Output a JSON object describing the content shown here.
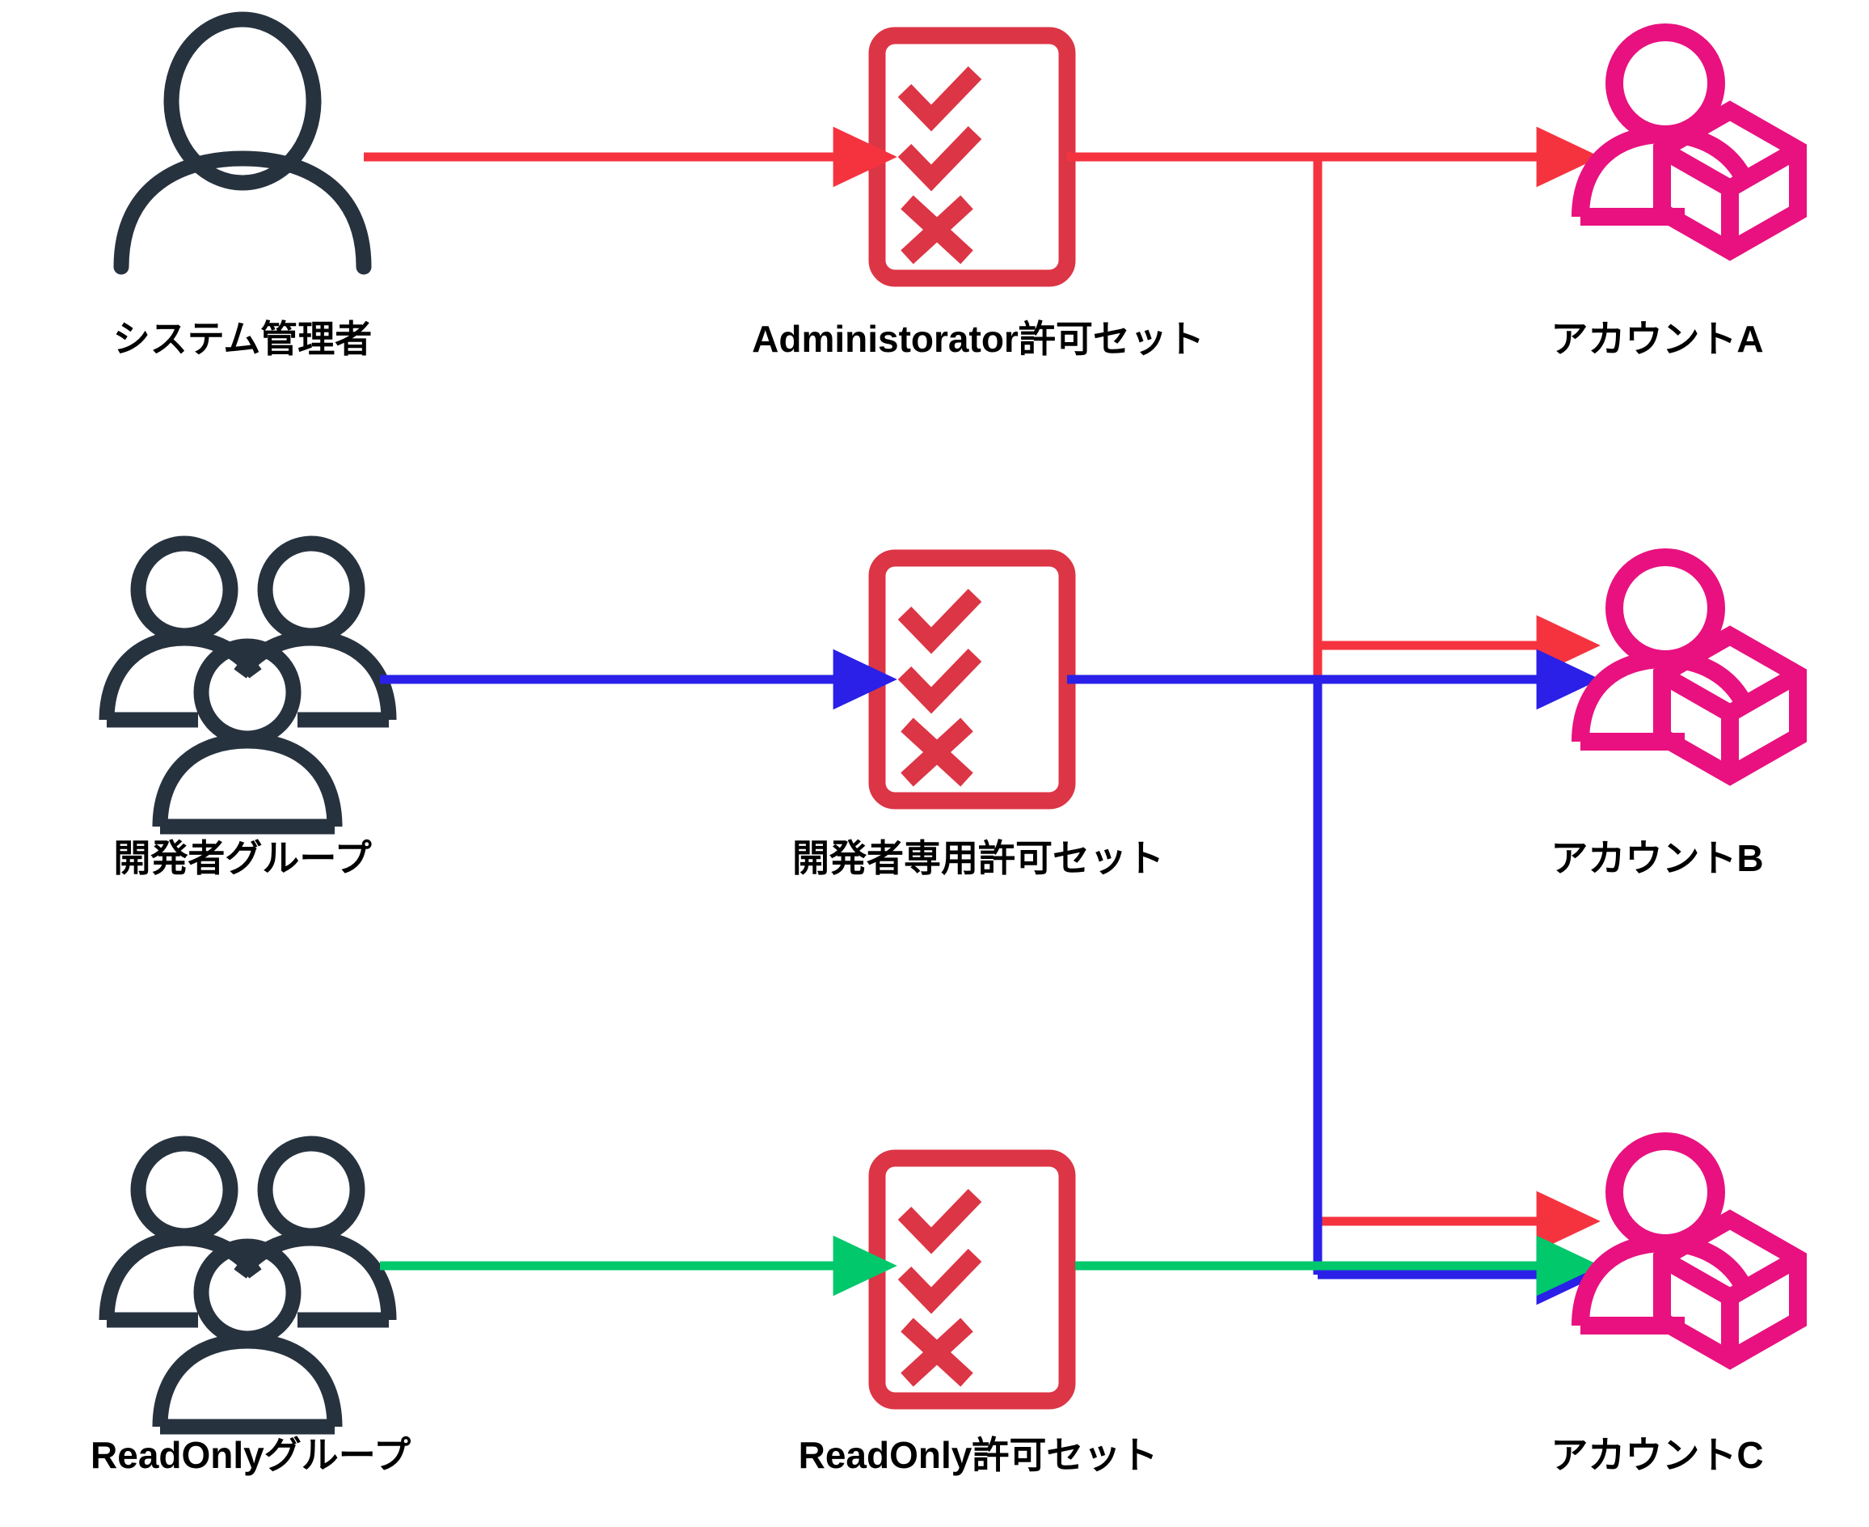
{
  "diagram": {
    "title": "AWS IAM Identity Center permission set assignment diagram",
    "background": "#ffffff",
    "colors": {
      "actor_icon": "#27323F",
      "permission_card": "#DC3545",
      "account_icon": "#E8117F",
      "flow_admin": "#F5333F",
      "flow_developer": "#2A20E8",
      "flow_readonly": "#00C86B",
      "label_text": "#000000"
    },
    "actors": [
      {
        "id": "system-admin",
        "label": "システム管理者",
        "icon": "single-person-icon",
        "icon_color": "#27323F"
      },
      {
        "id": "developer-group",
        "label": "開発者グループ",
        "icon": "user-group-icon",
        "icon_color": "#27323F"
      },
      {
        "id": "readonly-group",
        "label": "ReadOnlyグループ",
        "icon": "user-group-icon",
        "icon_color": "#27323F"
      }
    ],
    "permission_sets": [
      {
        "id": "administorator-permission-set",
        "label": "Administorator許可セット",
        "icon": "checklist-card-icon",
        "icon_color": "#DC3545",
        "marks": [
          "check",
          "check",
          "cross"
        ]
      },
      {
        "id": "developer-permission-set",
        "label": "開発者専用許可セット",
        "icon": "checklist-card-icon",
        "icon_color": "#DC3545",
        "marks": [
          "check",
          "check",
          "cross"
        ]
      },
      {
        "id": "readonly-permission-set",
        "label": "ReadOnly許可セット",
        "icon": "checklist-card-icon",
        "icon_color": "#DC3545",
        "marks": [
          "check",
          "check",
          "cross"
        ]
      }
    ],
    "accounts": [
      {
        "id": "account-a",
        "label": "アカウントA",
        "icon": "account-person-cube-icon",
        "icon_color": "#E8117F"
      },
      {
        "id": "account-b",
        "label": "アカウントB",
        "icon": "account-person-cube-icon",
        "icon_color": "#E8117F"
      },
      {
        "id": "account-c",
        "label": "アカウントC",
        "icon": "account-person-cube-icon",
        "icon_color": "#E8117F"
      }
    ],
    "flows": [
      {
        "id": "flow-admin",
        "color": "#F5333F",
        "from": "システム管理者",
        "via": "Administorator許可セット",
        "to": [
          "アカウントA",
          "アカウントB",
          "アカウントC"
        ]
      },
      {
        "id": "flow-developer",
        "color": "#2A20E8",
        "from": "開発者グループ",
        "via": "開発者専用許可セット",
        "to": [
          "アカウントB",
          "アカウントC"
        ]
      },
      {
        "id": "flow-readonly",
        "color": "#00C86B",
        "from": "ReadOnlyグループ",
        "via": "ReadOnly許可セット",
        "to": [
          "アカウントC"
        ]
      }
    ]
  }
}
